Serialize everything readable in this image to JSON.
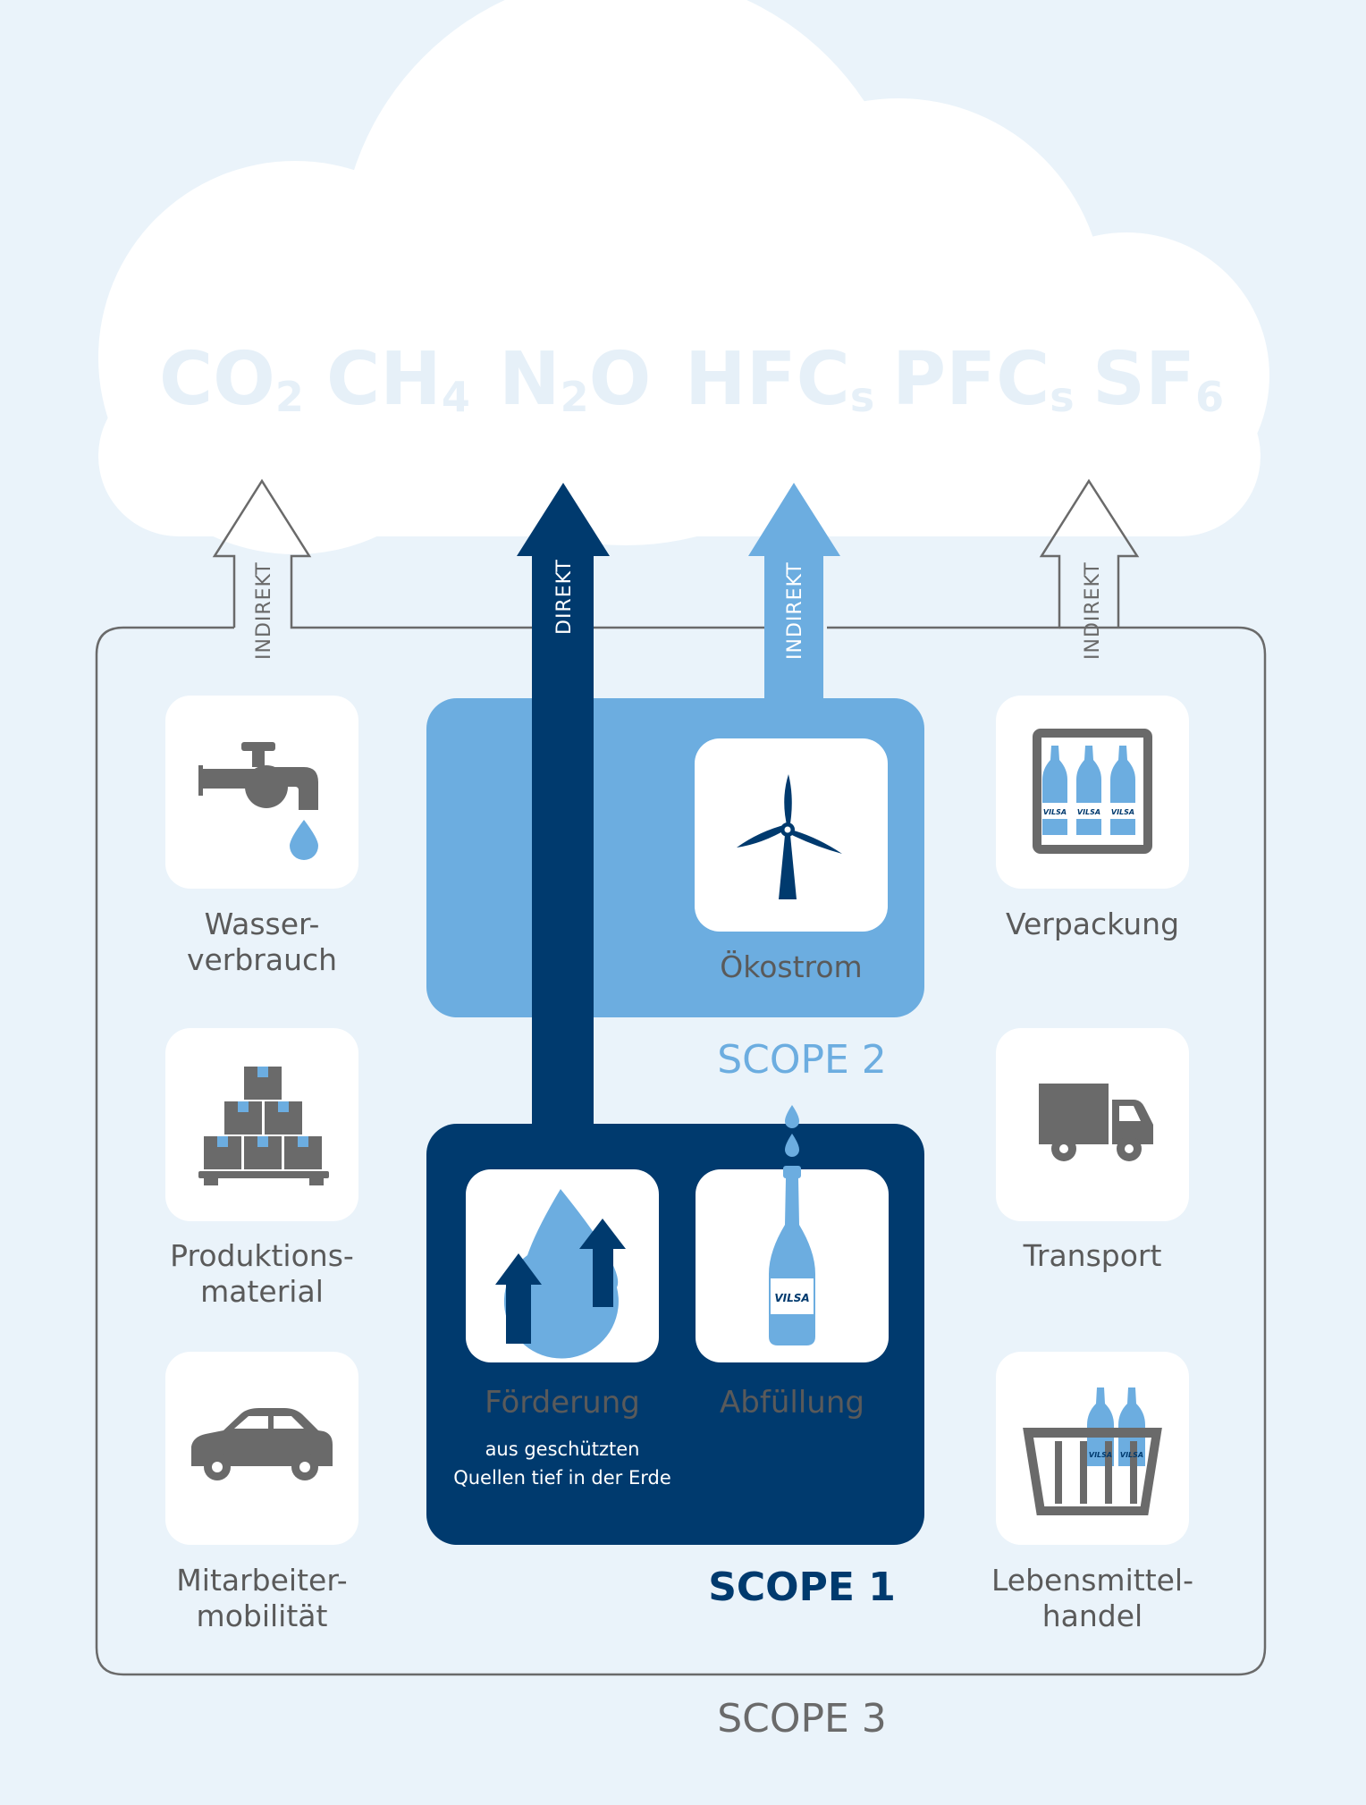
{
  "gases": [
    {
      "base": "CO",
      "sub": "2"
    },
    {
      "base": "CH",
      "sub": "4"
    },
    {
      "base": "N",
      "sub": "2",
      "tail": "O"
    },
    {
      "base": "HFC",
      "sub": "s"
    },
    {
      "base": "PFC",
      "sub": "s"
    },
    {
      "base": "SF",
      "sub": "6"
    }
  ],
  "arrows": {
    "left_indirect": "INDIREKT",
    "direct": "DIREKT",
    "scope2_indirect": "INDIREKT",
    "right_indirect": "INDIREKT"
  },
  "scope3_items": {
    "water": "Wasser-\nverbrauch",
    "material": "Produktions-\nmaterial",
    "mobility": "Mitarbeiter-\nmobilität",
    "packaging": "Verpackung",
    "transport": "Transport",
    "retail": "Lebensmittel-\nhandel"
  },
  "scope2": {
    "title": "SCOPE 2",
    "item": "Ökostrom"
  },
  "scope1": {
    "title": "SCOPE 1",
    "extraction": "Förderung",
    "extraction_note": "aus geschützten\nQuellen tief in der Erde",
    "bottling": "Abfüllung"
  },
  "scope3_title": "SCOPE 3",
  "brand": "VILSA",
  "colors": {
    "background": "#eaf3fa",
    "cloud": "#ffffff",
    "dark_blue": "#003a6e",
    "light_blue": "#6cade0",
    "grey": "#6a6a6a"
  }
}
